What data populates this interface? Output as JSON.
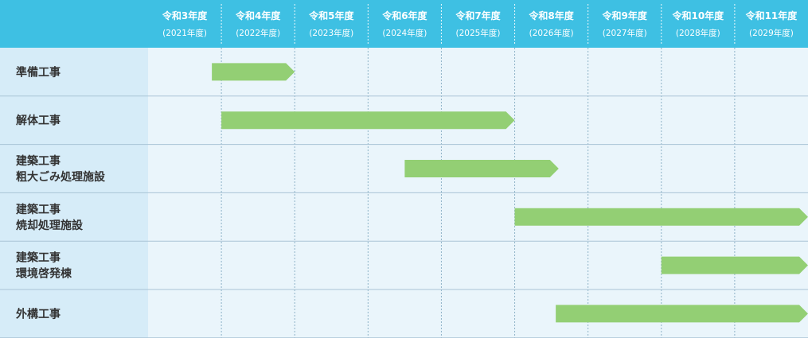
{
  "colors": {
    "header_bg": "#3ec0e3",
    "label_col_bg": "#d6ecf8",
    "grid_bg": "#eaf5fb",
    "bar": "#93cf74",
    "row_divider": "#a9c4d6",
    "grid_line": "#8fb3c8"
  },
  "years": [
    {
      "label": "令和3年度",
      "ad": "(2021年度)"
    },
    {
      "label": "令和4年度",
      "ad": "(2022年度)"
    },
    {
      "label": "令和5年度",
      "ad": "(2023年度)"
    },
    {
      "label": "令和6年度",
      "ad": "(2024年度)"
    },
    {
      "label": "令和7年度",
      "ad": "(2025年度)"
    },
    {
      "label": "令和8年度",
      "ad": "(2026年度)"
    },
    {
      "label": "令和9年度",
      "ad": "(2027年度)"
    },
    {
      "label": "令和10年度",
      "ad": "(2028年度)"
    },
    {
      "label": "令和11年度",
      "ad": "(2029年度)"
    }
  ],
  "tasks": [
    {
      "lines": [
        "準備工事"
      ],
      "start": 0.87,
      "end": 2.0
    },
    {
      "lines": [
        "解体工事"
      ],
      "start": 1.0,
      "end": 5.0
    },
    {
      "lines": [
        "建築工事",
        "粗大ごみ処理施設"
      ],
      "start": 3.5,
      "end": 5.6
    },
    {
      "lines": [
        "建築工事",
        "焼却処理施設"
      ],
      "start": 5.0,
      "end": 9.0
    },
    {
      "lines": [
        "建築工事",
        "環境啓発棟"
      ],
      "start": 7.0,
      "end": 9.0
    },
    {
      "lines": [
        "外構工事"
      ],
      "start": 5.56,
      "end": 9.0
    }
  ]
}
